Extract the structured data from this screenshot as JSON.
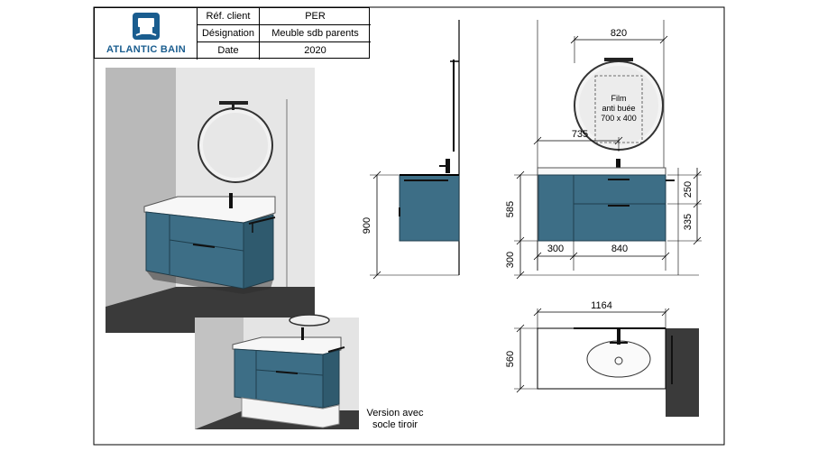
{
  "title_block": {
    "logo_text": "ATLANTIC BAIN",
    "rows": [
      {
        "label": "Réf. client",
        "value": "PER"
      },
      {
        "label": "Désignation",
        "value": "Meuble sdb parents"
      },
      {
        "label": "Date",
        "value": "2020"
      }
    ]
  },
  "mirror_label": [
    "Film",
    "anti buée",
    "700 x 400"
  ],
  "dimensions": {
    "mirror_width": "820",
    "mirror_offset": "735",
    "side_total_height": "900",
    "front_height": "585",
    "front_top": "250",
    "front_drawer": "335",
    "front_plinth": "300",
    "front_left_width": "300",
    "front_right_width": "840",
    "top_width": "1164",
    "top_depth": "560"
  },
  "caption": [
    "Version avec",
    "socle tiroir"
  ],
  "colors": {
    "cabinet": "#3d6e86",
    "cabinet_dark": "#2f5a6e",
    "wall": "#cfcfcf",
    "floor": "#3a3a3a",
    "logo": "#1a5d8f"
  }
}
